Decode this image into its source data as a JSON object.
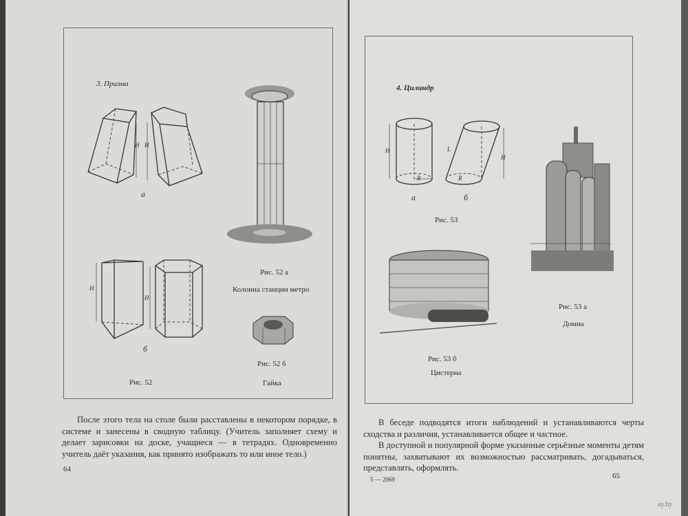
{
  "left_page": {
    "section_title": "3. Призма",
    "figure_label_a": "а",
    "figure_label_b": "б",
    "dim_h": "H",
    "fig52_caption": "Рис. 52",
    "fig52a_caption": "Рис. 52 а",
    "fig52a_title": "Колонна станции метро",
    "fig52b_caption": "Рис. 52 б",
    "fig52b_title": "Гайка",
    "body": [
      "После этого тела на столе были расставлены в некотором порядке, в системе и занесены в сводную таблицу. (Учитель заполняет схему и делает зарисовки на доске, учащиеся — в тетрадях. Одновременно учитель даёт указания, как принято изображать то или иное тело.)"
    ],
    "page_number": "64"
  },
  "right_page": {
    "section_title": "4. Цилиндр",
    "figure_label_a": "а",
    "figure_label_b": "б",
    "dim_h": "H",
    "dim_r": "R",
    "dim_l": "L",
    "fig53_caption": "Рис. 53",
    "fig53a_caption": "Рис. 53 а",
    "fig53a_title": "Домна",
    "fig53b_caption": "Рис. 53 б",
    "fig53b_title": "Цистерна",
    "body": [
      "В беседе подводятся итоги наблюдений и устанавливаются черты сходства и различия, устанавливается общее и частное.",
      "В доступной и популярной форме указанные серьёзные моменты детям понятны, захватывают их возможностью рассматривать, догадываться, представлять, оформлять."
    ],
    "signature_mark": "5 — 2069",
    "page_number": "65"
  },
  "watermark": "ay.by"
}
